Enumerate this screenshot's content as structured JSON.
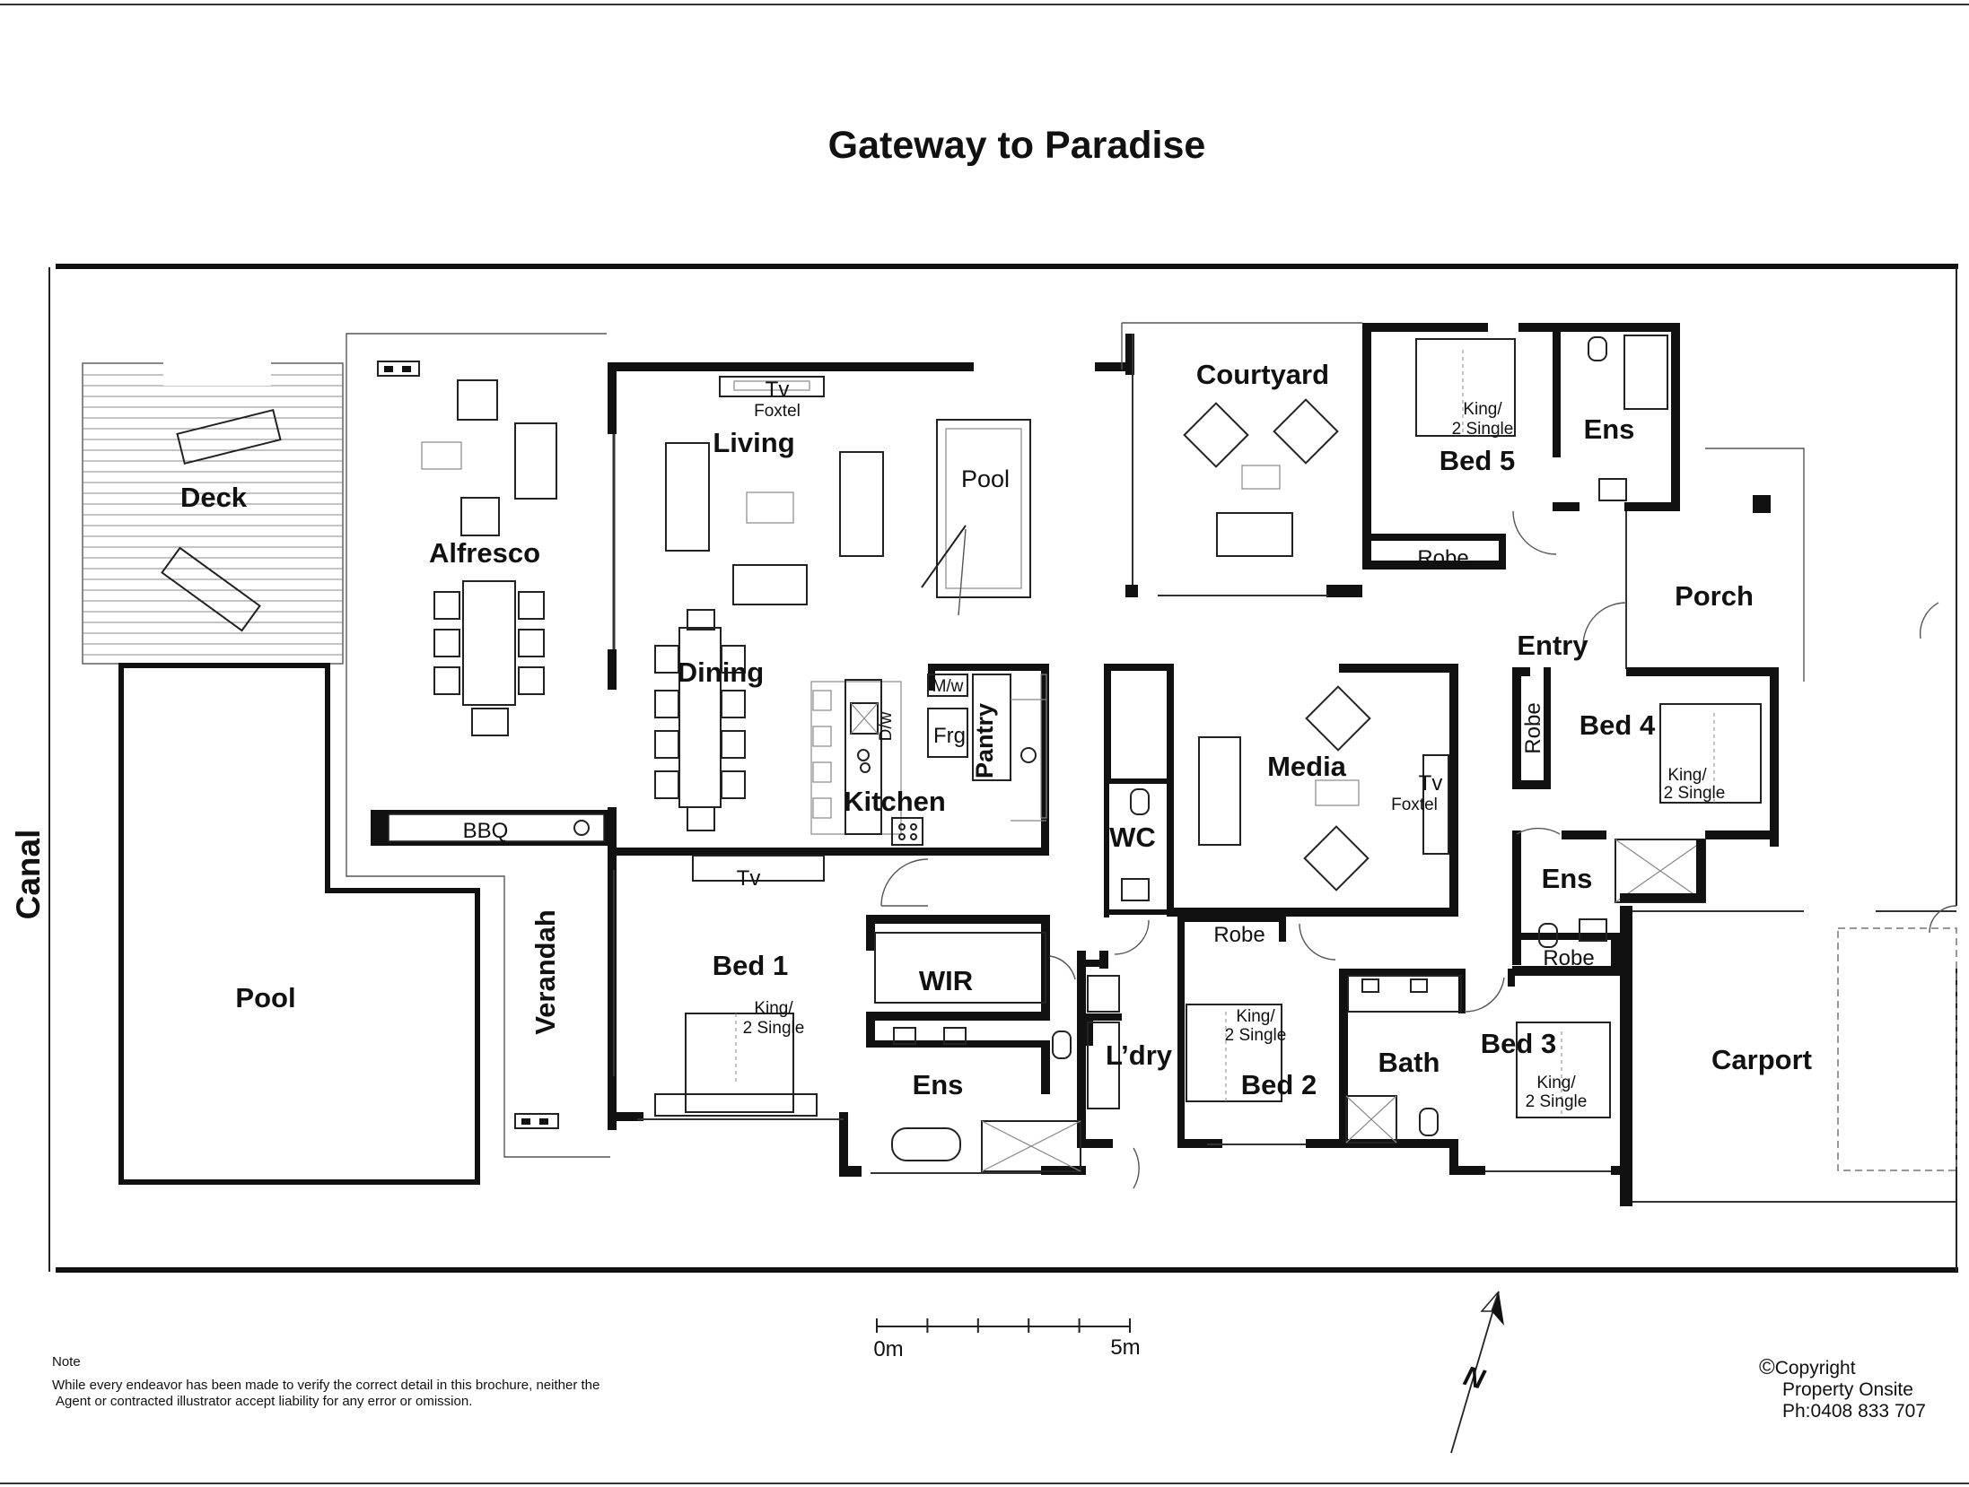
{
  "title": "Gateway to Paradise",
  "side_label": "Canal",
  "rooms": {
    "deck": "Deck",
    "alfresco": "Alfresco",
    "bbq": "BBQ",
    "pool_outdoor": "Pool",
    "verandah": "Verandah",
    "living": "Living",
    "tv_living": "Tv",
    "foxtel_living": "Foxtel",
    "pool_table": "Pool",
    "dining": "Dining",
    "kitchen": "Kitchen",
    "dw": "D/w",
    "mw": "M/w",
    "frg": "Frg",
    "pantry": "Pantry",
    "courtyard": "Courtyard",
    "bed5": "Bed 5",
    "bed5_bed": [
      "King/",
      "2 Single"
    ],
    "robe5": "Robe",
    "ens5": "Ens",
    "porch": "Porch",
    "entry": "Entry",
    "media": "Media",
    "tv_media": "Tv",
    "foxtel_media": "Foxtel",
    "wc": "WC",
    "bed4": "Bed 4",
    "bed4_bed": [
      "King/",
      "2 Single"
    ],
    "robe4": "Robe",
    "ens4": "Ens",
    "robe3": "Robe",
    "bed3": "Bed 3",
    "bed3_bed": [
      "King/",
      "2 Single"
    ],
    "carport": "Carport",
    "tv_bed1": "Tv",
    "bed1": "Bed 1",
    "bed1_bed": [
      "King/",
      "2 Single"
    ],
    "wir": "WIR",
    "ens1": "Ens",
    "laundry": "L’dry",
    "robe2": "Robe",
    "bed2": "Bed 2",
    "bed2_bed": [
      "King/",
      "2 Single"
    ],
    "bath": "Bath"
  },
  "scale": {
    "start": "0m",
    "end": "5m"
  },
  "north": "N",
  "note": {
    "heading": "Note",
    "line1": "While every endeavor has been made to verify the correct detail in this brochure, neither the",
    "line2": "Agent or contracted illustrator accept liability for any error or omission."
  },
  "copyright": {
    "symbol": "©",
    "line1": "Copyright",
    "line2": "Property Onsite",
    "line3": "Ph:0408 833 707"
  }
}
